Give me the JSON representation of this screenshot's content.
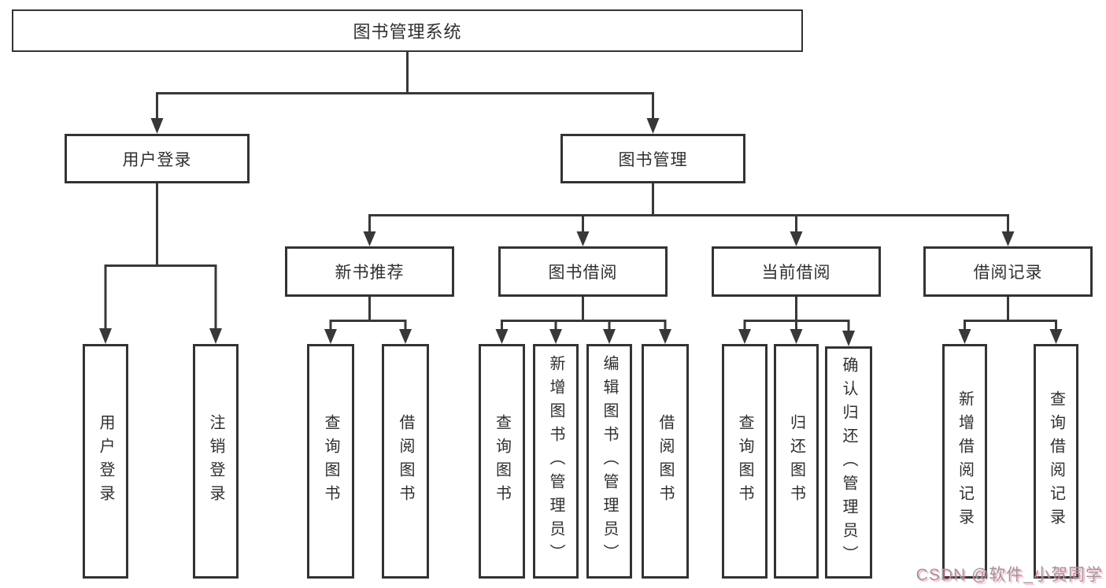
{
  "diagram": {
    "root": {
      "label": "图书管理系统"
    },
    "level2": [
      {
        "id": "user-login",
        "label": "用户登录"
      },
      {
        "id": "book-management",
        "label": "图书管理"
      }
    ],
    "level3": [
      {
        "id": "new-book-recommend",
        "label": "新书推荐"
      },
      {
        "id": "book-borrow",
        "label": "图书借阅"
      },
      {
        "id": "current-borrow",
        "label": "当前借阅"
      },
      {
        "id": "borrow-record",
        "label": "借阅记录"
      }
    ],
    "leaves": {
      "user": [
        {
          "label": "用户登录"
        },
        {
          "label": "注销登录"
        }
      ],
      "recommend": [
        {
          "label": "查询图书"
        },
        {
          "label": "借阅图书"
        }
      ],
      "borrow": [
        {
          "label": "查询图书"
        },
        {
          "label": "新增图书（管理员）"
        },
        {
          "label": "编辑图书（管理员）"
        },
        {
          "label": "借阅图书"
        }
      ],
      "current": [
        {
          "label": "查询图书"
        },
        {
          "label": "归还图书"
        },
        {
          "label": "确认归还（管理员）"
        }
      ],
      "record": [
        {
          "label": "新增借阅记录"
        },
        {
          "label": "查询借阅记录"
        }
      ]
    }
  },
  "watermark": {
    "text": "CSDN @软件_小贺同学"
  },
  "colors": {
    "line": "#383838",
    "border": "#333333",
    "text": "#2f2f2f",
    "background": "#ffffff",
    "watermark_gray": "#9a9a9a",
    "watermark_pink": "#fa72a1"
  }
}
